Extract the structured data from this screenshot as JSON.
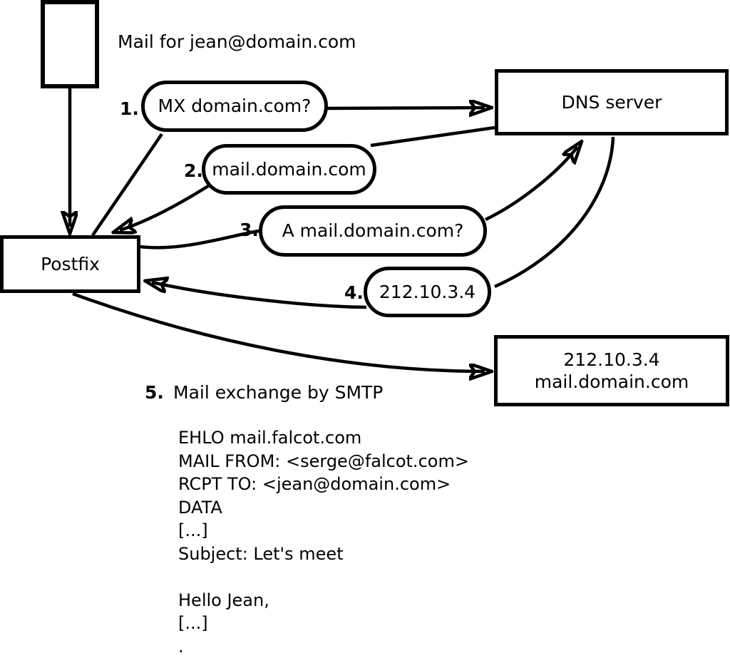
{
  "colors": {
    "stroke": "#000000",
    "background": "#ffffff"
  },
  "diagram": {
    "mail_note": "Mail for jean@domain.com",
    "nodes": {
      "postfix": "Postfix",
      "dns_server": "DNS server",
      "mail_server": [
        "212.10.3.4",
        "mail.domain.com"
      ]
    },
    "steps": [
      {
        "num": "1.",
        "label": "MX domain.com?"
      },
      {
        "num": "2.",
        "label": "mail.domain.com"
      },
      {
        "num": "3.",
        "label": "A mail.domain.com?"
      },
      {
        "num": "4.",
        "label": "212.10.3.4"
      },
      {
        "num": "5.",
        "label": "Mail exchange by SMTP"
      }
    ],
    "smtp_session": [
      "EHLO mail.falcot.com",
      "MAIL FROM: <serge@falcot.com>",
      "RCPT TO: <jean@domain.com>",
      "DATA",
      "[...]",
      "Subject: Let's meet",
      "",
      "Hello Jean,",
      "[...]",
      "."
    ]
  }
}
